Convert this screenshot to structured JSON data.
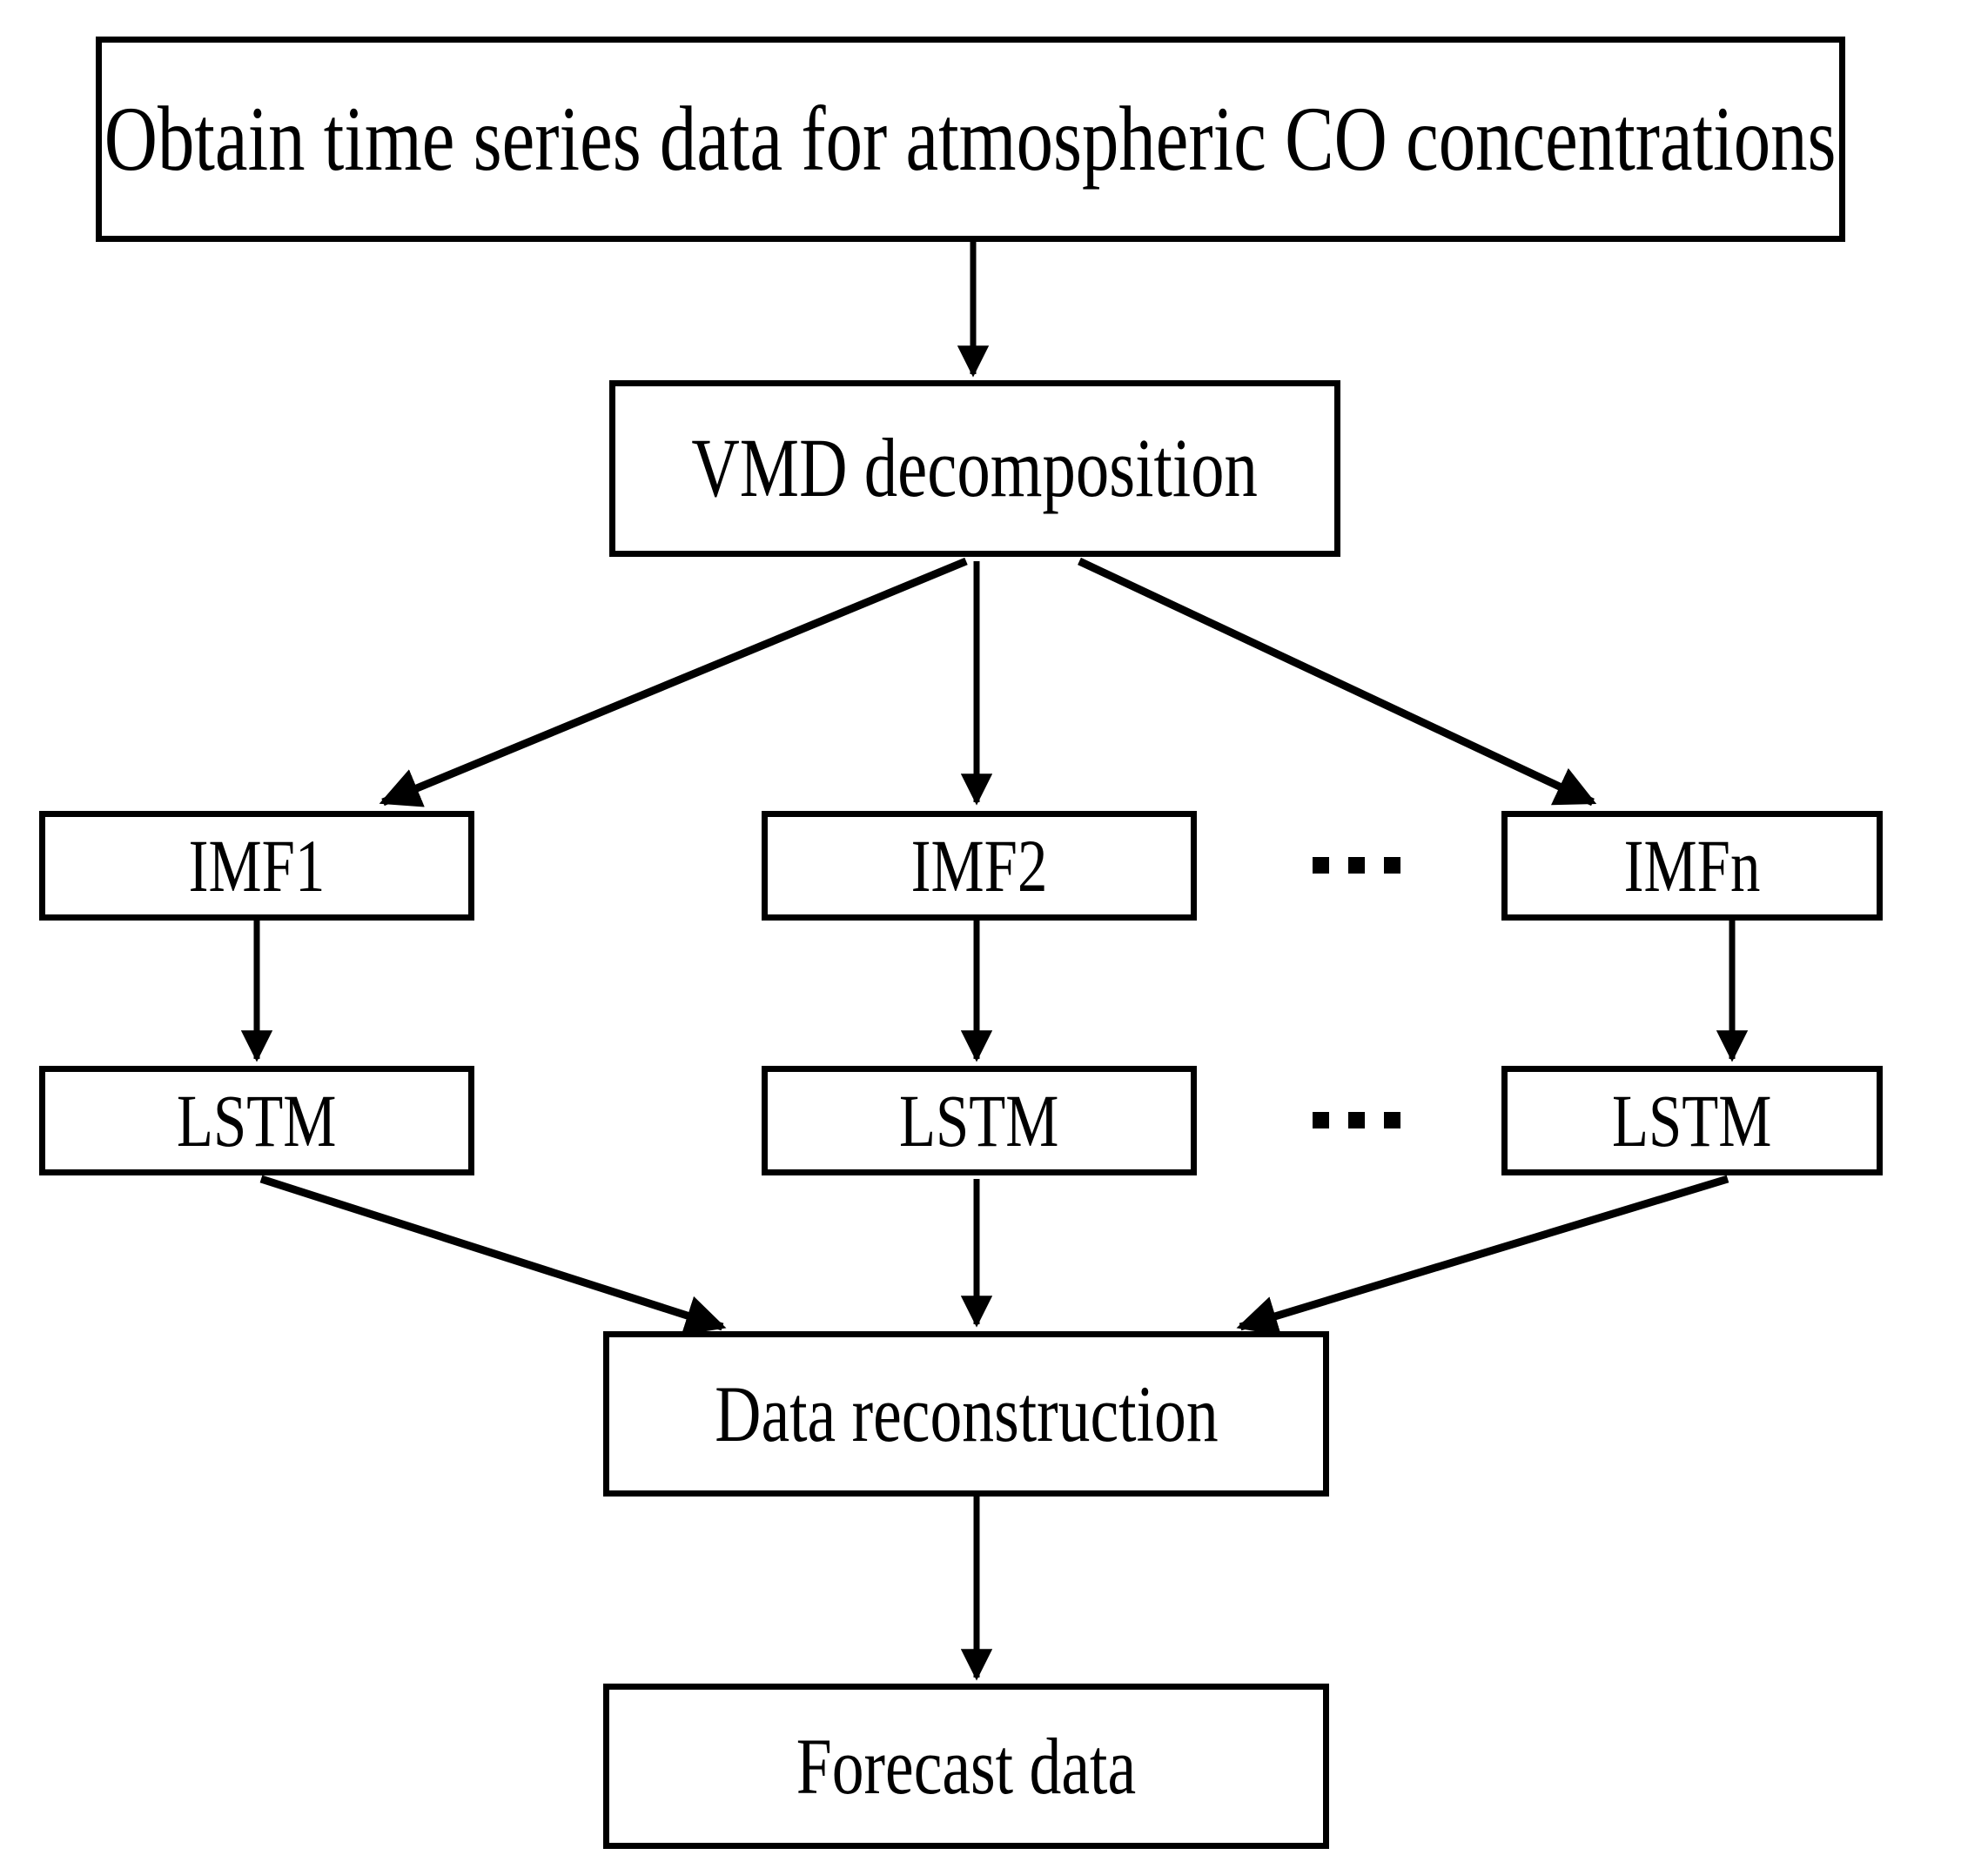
{
  "diagram": {
    "title": "VMD-LSTM atmospheric CO concentration forecasting flowchart",
    "background_color": "#ffffff",
    "line_color": "#000000",
    "text_color": "#000000",
    "nodes": {
      "source": {
        "label": "Obtain time series data for atmospheric CO concentrations"
      },
      "vmd": {
        "label": "VMD decomposition"
      },
      "imf1": {
        "label": "IMF1"
      },
      "imf2": {
        "label": "IMF2"
      },
      "imfn": {
        "label": "IMFn"
      },
      "lstm1": {
        "label": "LSTM"
      },
      "lstm2": {
        "label": "LSTM"
      },
      "lstmn": {
        "label": "LSTM"
      },
      "recon": {
        "label": "Data reconstruction"
      },
      "forecast": {
        "label": "Forecast data"
      }
    },
    "ellipsis": {
      "imf_row_label": "...",
      "lstm_row_label": "..."
    },
    "edges": [
      {
        "from": "source",
        "to": "vmd",
        "style": "straight-down"
      },
      {
        "from": "vmd",
        "to": "imf1",
        "style": "diagonal-left"
      },
      {
        "from": "vmd",
        "to": "imf2",
        "style": "straight-down"
      },
      {
        "from": "vmd",
        "to": "imfn",
        "style": "diagonal-right"
      },
      {
        "from": "imf1",
        "to": "lstm1",
        "style": "straight-down"
      },
      {
        "from": "imf2",
        "to": "lstm2",
        "style": "straight-down"
      },
      {
        "from": "imfn",
        "to": "lstmn",
        "style": "straight-down"
      },
      {
        "from": "lstm1",
        "to": "recon",
        "style": "diagonal-right"
      },
      {
        "from": "lstm2",
        "to": "recon",
        "style": "straight-down"
      },
      {
        "from": "lstmn",
        "to": "recon",
        "style": "diagonal-left"
      },
      {
        "from": "recon",
        "to": "forecast",
        "style": "straight-down"
      }
    ]
  }
}
